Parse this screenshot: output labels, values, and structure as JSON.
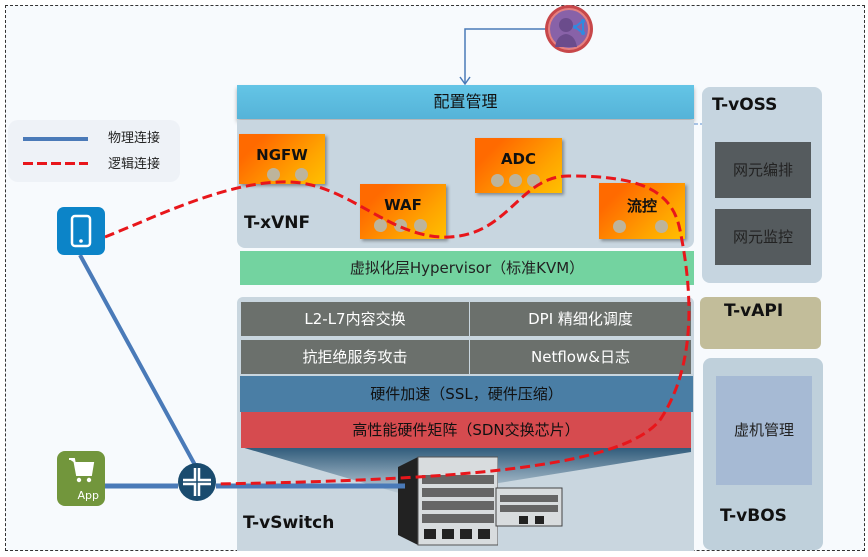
{
  "legend": {
    "physical": {
      "label": "物理连接",
      "color": "#4a7ab8"
    },
    "logical": {
      "label": "逻辑连接",
      "color": "#e8161b"
    }
  },
  "config": {
    "label": "配置管理"
  },
  "vnf": {
    "title": "T-xVNF",
    "functions": [
      {
        "label": "NGFW",
        "dots": 2
      },
      {
        "label": "WAF",
        "dots": 3
      },
      {
        "label": "ADC",
        "dots": 3
      },
      {
        "label": "流控",
        "dots": 2
      }
    ]
  },
  "hypervisor": {
    "label": "虚拟化层Hypervisor（标准KVM）"
  },
  "vswitch": {
    "title": "T-vSwitch",
    "features": [
      "L2-L7内容交换",
      "DPI 精细化调度",
      "抗拒绝服务攻击",
      "Netflow&日志"
    ],
    "hw_accel": "硬件加速（SSL，硬件压缩）",
    "hw_matrix": "高性能硬件矩阵（SDN交换芯片）"
  },
  "voss": {
    "title": "T-vOSS",
    "items": [
      "网元编排",
      "网元监控"
    ]
  },
  "vapi": {
    "title": "T-vAPI"
  },
  "vbos": {
    "title": "T-vBOS",
    "items": [
      "虚机管理"
    ]
  },
  "endpoints": {
    "app_label": "App"
  },
  "colors": {
    "config_bar": "#5bbde0",
    "vnf_orange": "#ff8000",
    "hypervisor": "#73d3a0",
    "hw_accel": "#4a7ea5",
    "hw_matrix": "#d64b4f",
    "logical_line": "#e8161b",
    "physical_line": "#4a7ab8"
  }
}
